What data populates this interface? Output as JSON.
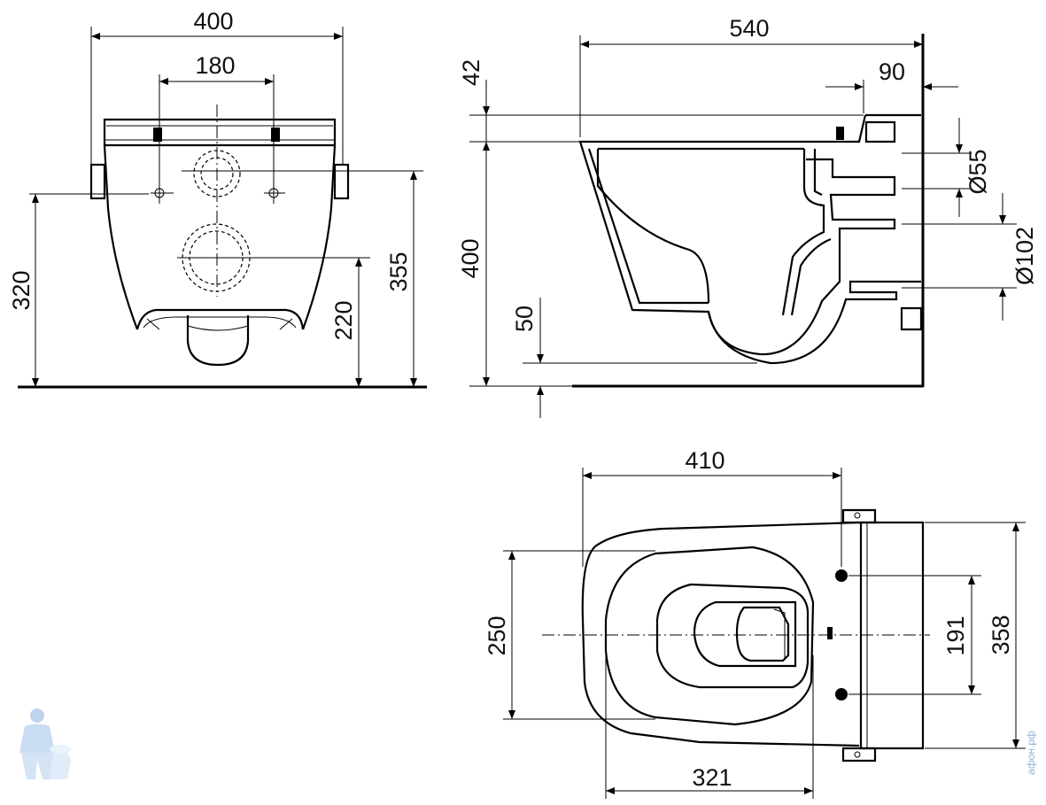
{
  "front_view": {
    "dim_width": "400",
    "dim_bolt_spacing": "180",
    "dim_height_rim": "320",
    "dim_height_top": "355",
    "dim_height_outlet": "220"
  },
  "side_view": {
    "dim_depth": "540",
    "dim_inlet_offset": "90",
    "dim_top_offset": "42",
    "dim_height": "400",
    "dim_floor_gap": "50",
    "dim_inlet_diameter": "Ø55",
    "dim_outlet_diameter": "Ø102"
  },
  "top_view": {
    "dim_length": "410",
    "dim_bowl_width": "250",
    "dim_bowl_length": "321",
    "dim_bolt_spacing": "191",
    "dim_total_width": "358"
  },
  "watermark": {
    "text": "афон.рф"
  },
  "colors": {
    "line": "#000000",
    "watermark": "#8fb2d8"
  }
}
